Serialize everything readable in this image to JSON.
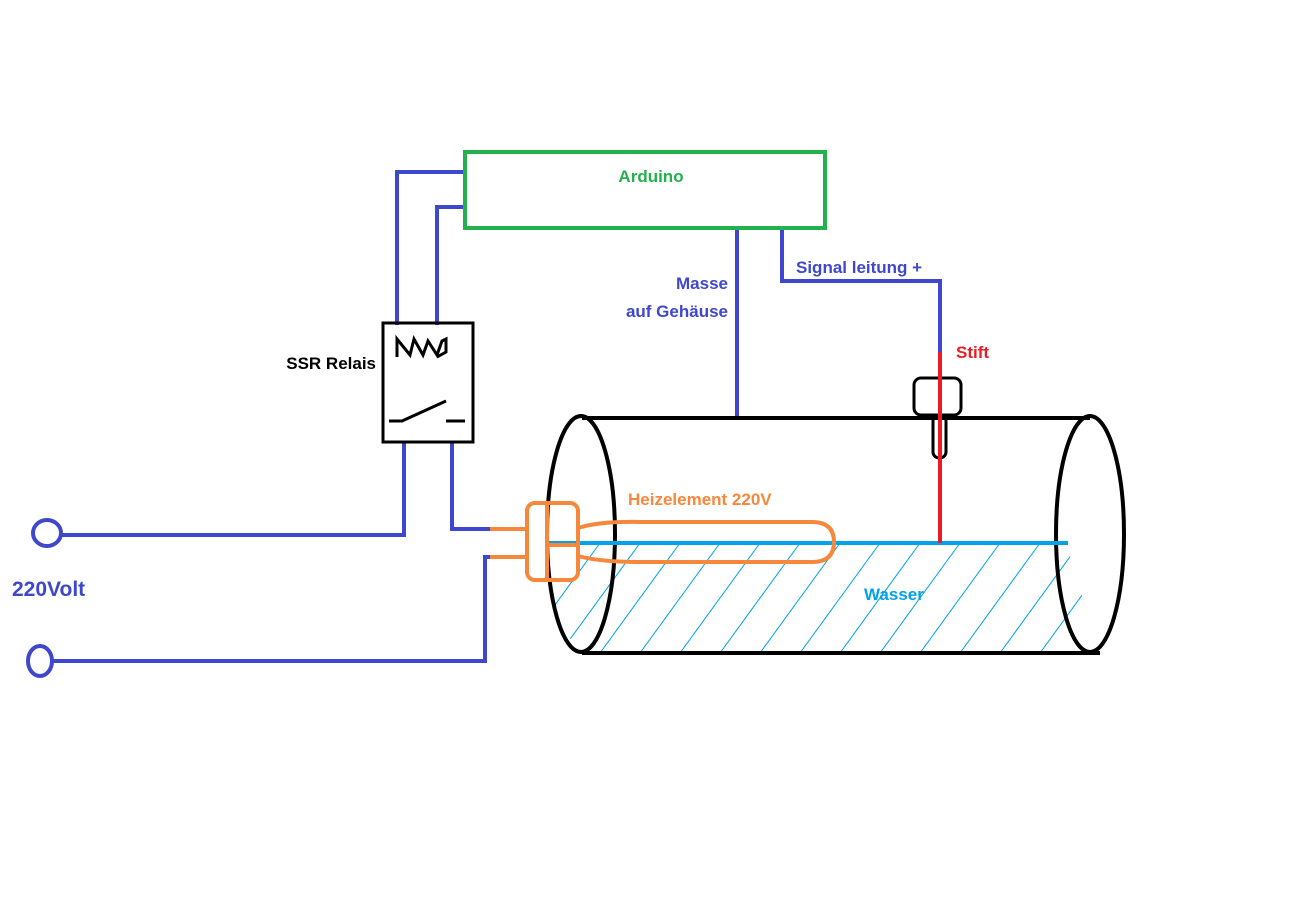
{
  "labels": {
    "arduino": "Arduino",
    "masse_line1": "Masse",
    "masse_line2": "auf Gehäuse",
    "signal": "Signal leitung +",
    "stift": "Stift",
    "ssr": "SSR Relais",
    "heater": "Heizelement 220V",
    "water": "Wasser",
    "voltage": "220Volt"
  },
  "colors": {
    "wire": "#3f48cc",
    "arduino": "#22b14c",
    "heater": "#f7873a",
    "probe": "#ed1c24",
    "water": "#00a2e8",
    "outline": "#000000"
  }
}
